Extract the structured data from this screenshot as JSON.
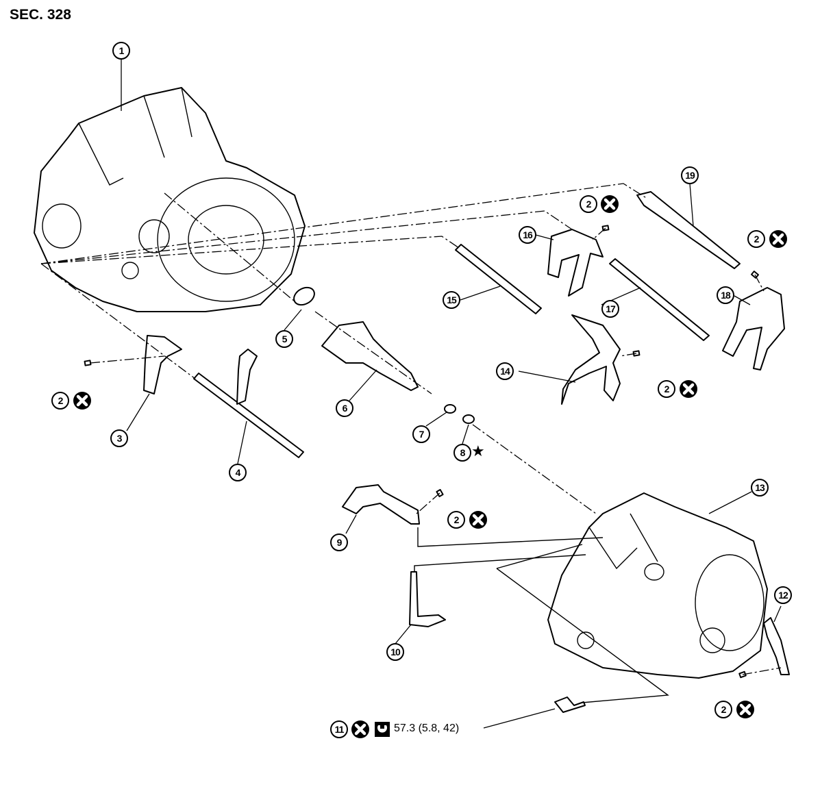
{
  "section_label": "SEC. 328",
  "parts": {
    "p1": "1",
    "p2": "2",
    "p3": "3",
    "p4": "4",
    "p5": "5",
    "p6": "6",
    "p7": "7",
    "p8": "8",
    "p9": "9",
    "p10": "10",
    "p11": "11",
    "p12": "12",
    "p13": "13",
    "p14": "14",
    "p15": "15",
    "p16": "16",
    "p17": "17",
    "p18": "18",
    "p19": "19"
  },
  "star_symbol": "★",
  "torque_spec": "57.3 (5.8, 42)",
  "icons": {
    "do_not_reuse": "x-circle-icon",
    "tightening_torque": "torque-wrench-icon",
    "selective_part": "star-icon"
  }
}
